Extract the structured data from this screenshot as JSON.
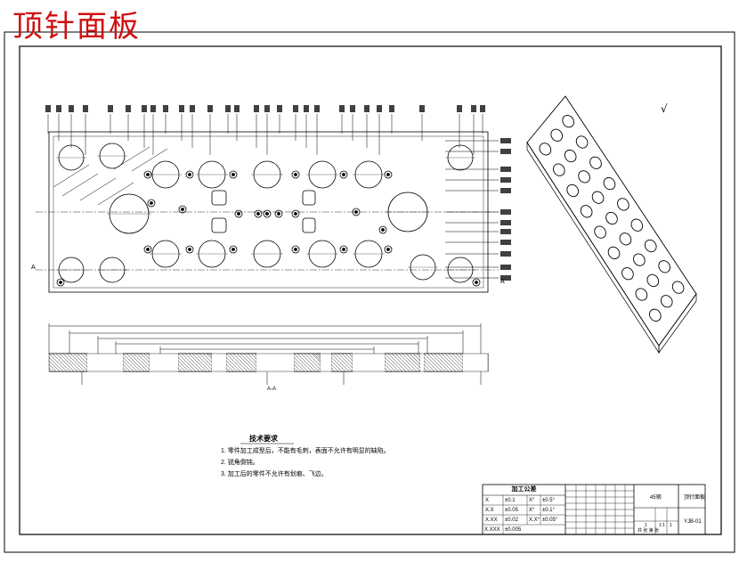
{
  "title": "顶针面板",
  "tech_notes": {
    "heading": "技术要求",
    "lines": [
      "1. 零件加工成型后，不能有毛刺，表面不允许有明显的缺陷。",
      "2. 锐角倒钝。",
      "3. 加工后的零件不允许有划痕、飞边。"
    ]
  },
  "tolerance_table": {
    "heading": "加工公差",
    "rows": [
      [
        "X",
        "±0.1",
        "X°",
        "±0.5°"
      ],
      [
        "X.X",
        "±0.05",
        "X°",
        "±0.1°"
      ],
      [
        "X.XX",
        "±0.02",
        "X.X°",
        "±0.05°"
      ],
      [
        "X.XXX",
        "±0.005",
        "",
        ""
      ]
    ]
  },
  "title_block": {
    "material": "45钢",
    "part_name": "顶针面板",
    "drawing_no": "YJB-01",
    "scale": "1:1",
    "sheet": "1",
    "sheets_total": "1",
    "page_label": "共 张 第 张"
  },
  "drawing": {
    "section_marker": "A",
    "section_label": "A-A",
    "roughness_symbol": "√"
  },
  "colors": {
    "title_red": "#d01010",
    "line": "#000000"
  }
}
